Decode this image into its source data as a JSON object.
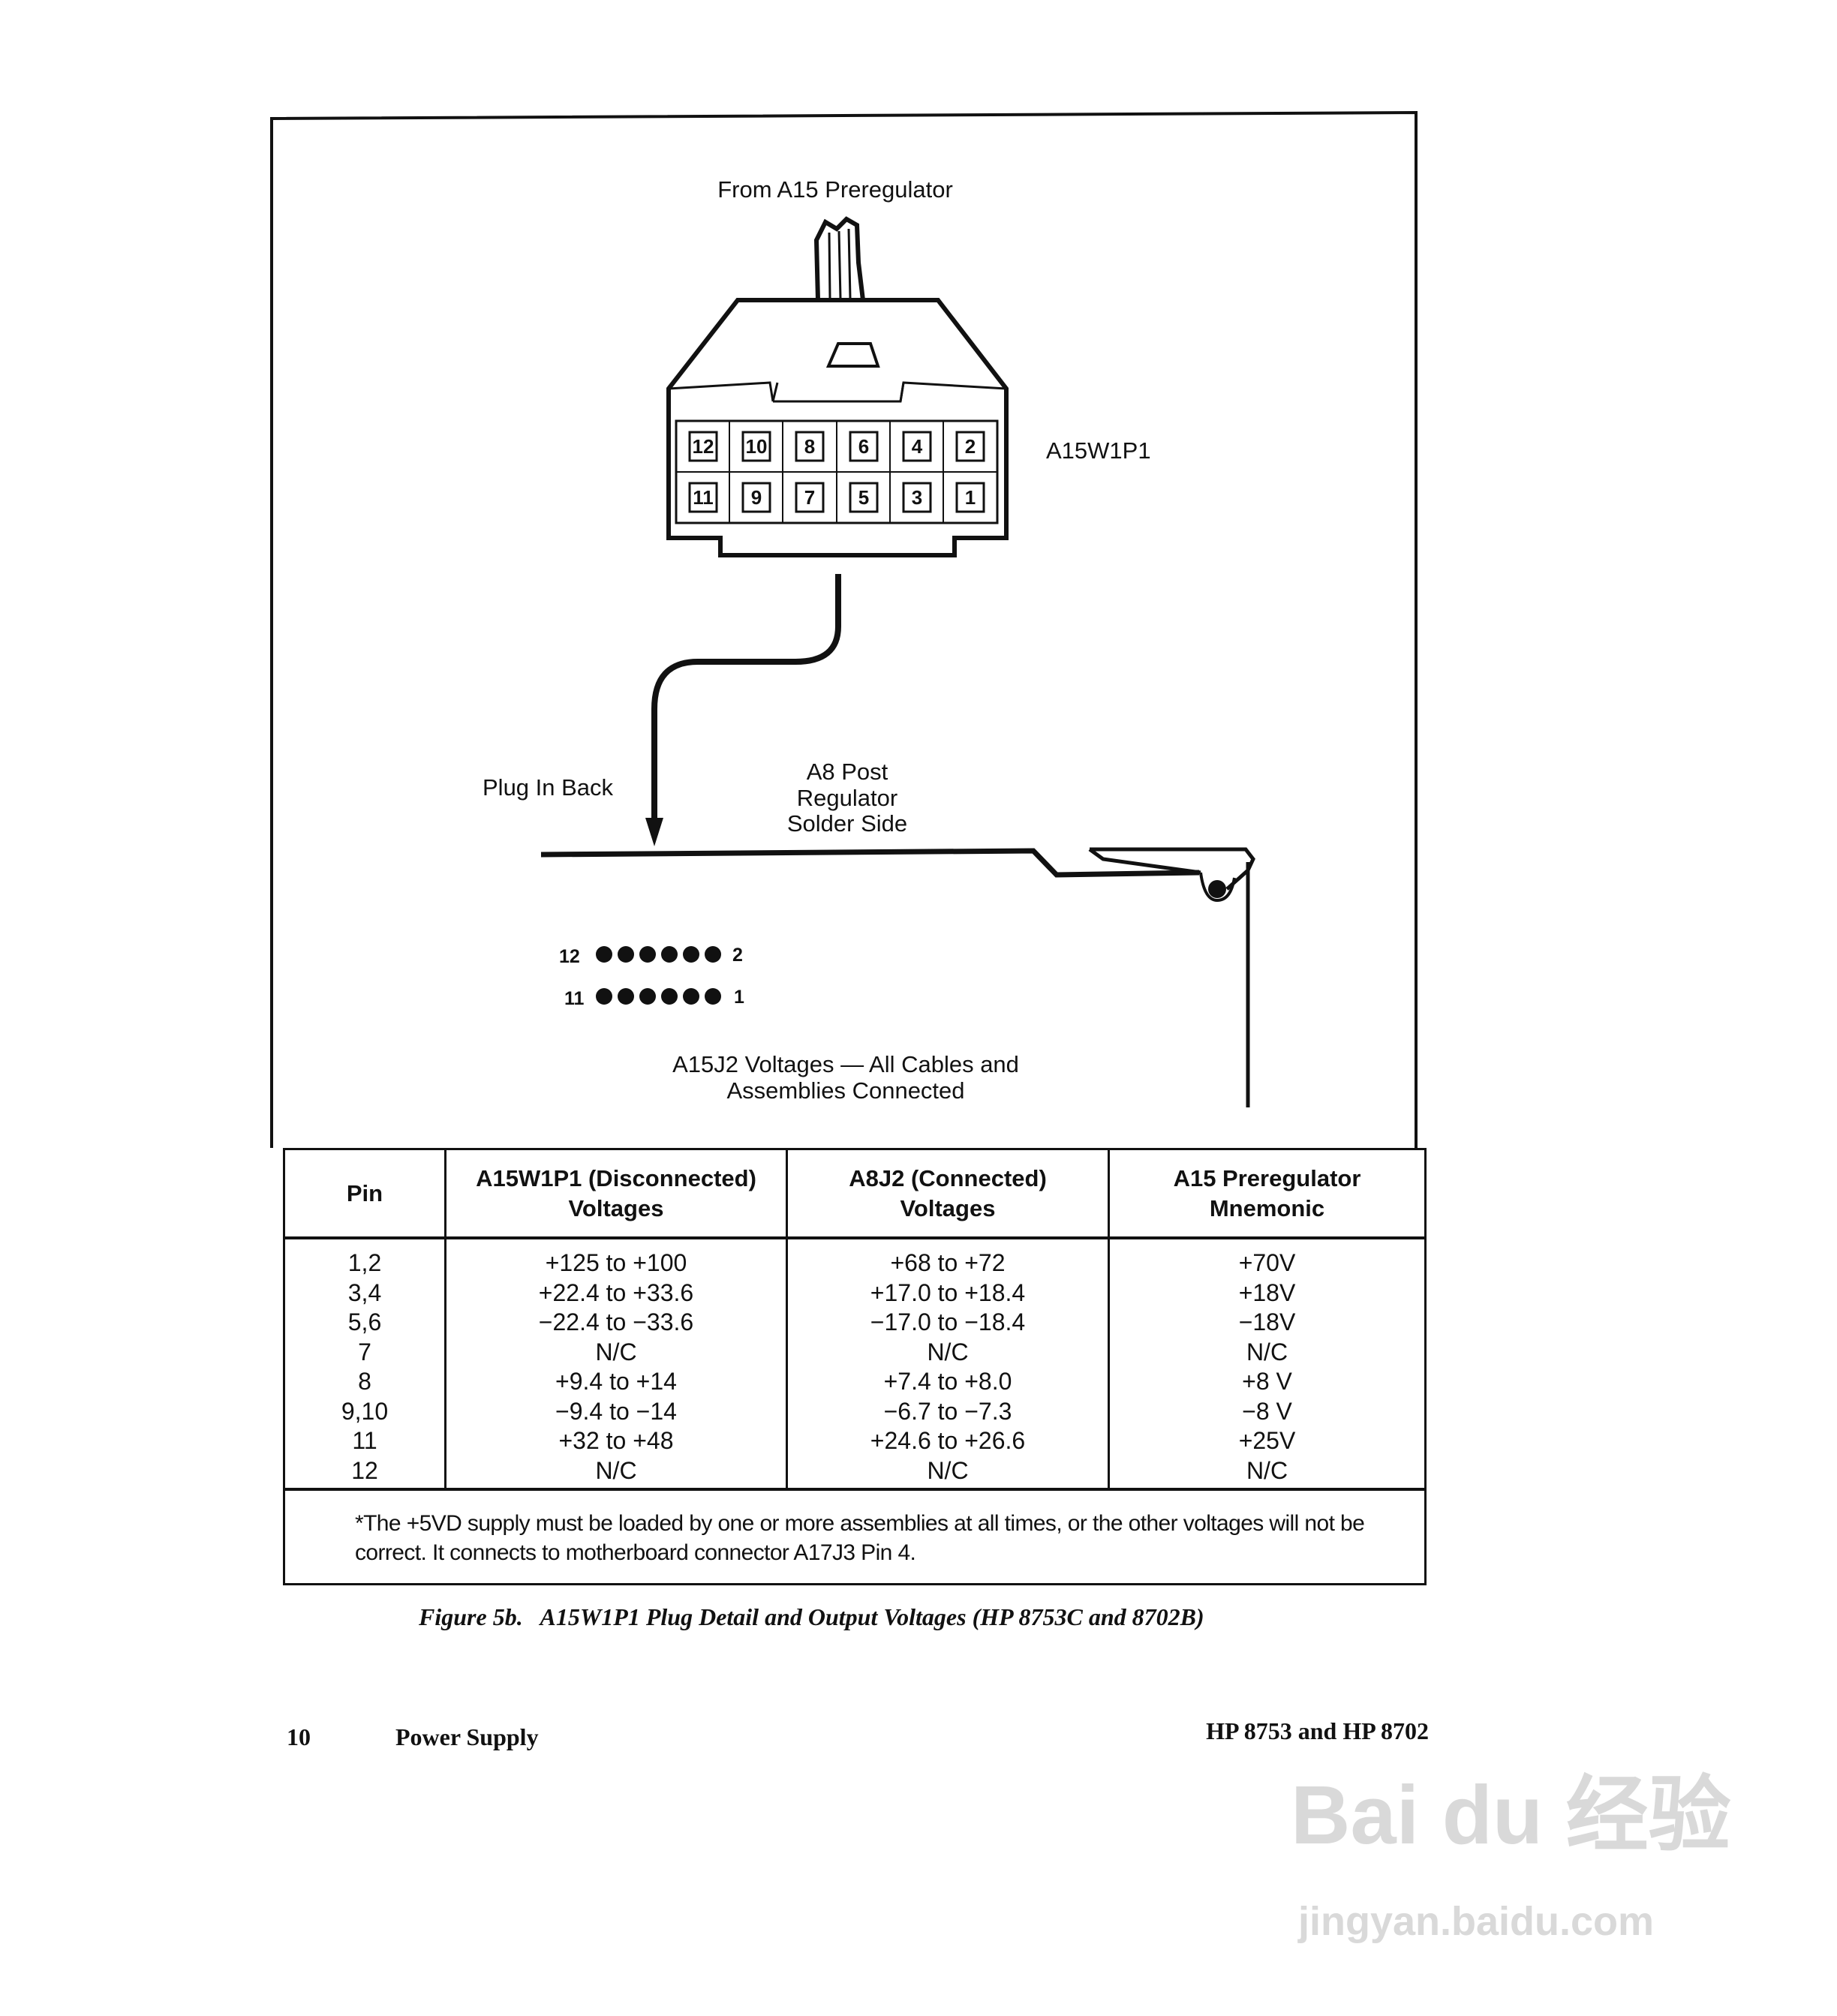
{
  "diagram": {
    "source_label": "From A15 Preregulator",
    "plug_label": "A15W1P1",
    "pins_top": [
      "12",
      "10",
      "8",
      "6",
      "4",
      "2"
    ],
    "pins_bottom": [
      "11",
      "9",
      "7",
      "5",
      "3",
      "1"
    ],
    "plug_in_back": "Plug In Back",
    "board_label": [
      "A8 Post",
      "Regulator",
      "Solder Side"
    ],
    "dots_row1": {
      "left": "12",
      "right": "2"
    },
    "dots_row2": {
      "left": "11",
      "right": "1"
    },
    "voltages_label": [
      "A15J2 Voltages — All Cables and",
      "Assemblies Connected"
    ]
  },
  "table": {
    "headers": [
      [
        "Pin"
      ],
      [
        "A15W1P1 (Disconnected)",
        "Voltages"
      ],
      [
        "A8J2 (Connected)",
        "Voltages"
      ],
      [
        "A15 Preregulator",
        "Mnemonic"
      ]
    ],
    "pins": [
      "1,2",
      "3,4",
      "5,6",
      "7",
      "8",
      "9,10",
      "11",
      "12"
    ],
    "disconnected": [
      "+125 to +100",
      "+22.4 to +33.6",
      "−22.4 to −33.6",
      "N/C",
      "+9.4 to +14",
      "−9.4 to −14",
      "+32 to +48",
      "N/C"
    ],
    "connected": [
      "+68 to +72",
      "+17.0 to +18.4",
      "−17.0 to −18.4",
      "N/C",
      "+7.4 to +8.0",
      "−6.7 to −7.3",
      "+24.6 to +26.6",
      "N/C"
    ],
    "mnemonic": [
      "+70V",
      "+18V",
      "−18V",
      "N/C",
      "+8 V",
      "−8 V",
      "+25V",
      "N/C"
    ],
    "footnote": "*The +5VD supply must be loaded by one or more assemblies at all times, or the other voltages will not be correct. It connects to motherboard connector A17J3 Pin 4."
  },
  "caption": "Figure 5b.   A15W1P1 Plug Detail and Output Voltages (HP 8753C and 8702B)",
  "footer": {
    "page": "10",
    "section": "Power Supply",
    "product": "HP 8753 and HP 8702"
  },
  "watermark": {
    "logo": "Bai du 经验",
    "url": "jingyan.baidu.com"
  }
}
